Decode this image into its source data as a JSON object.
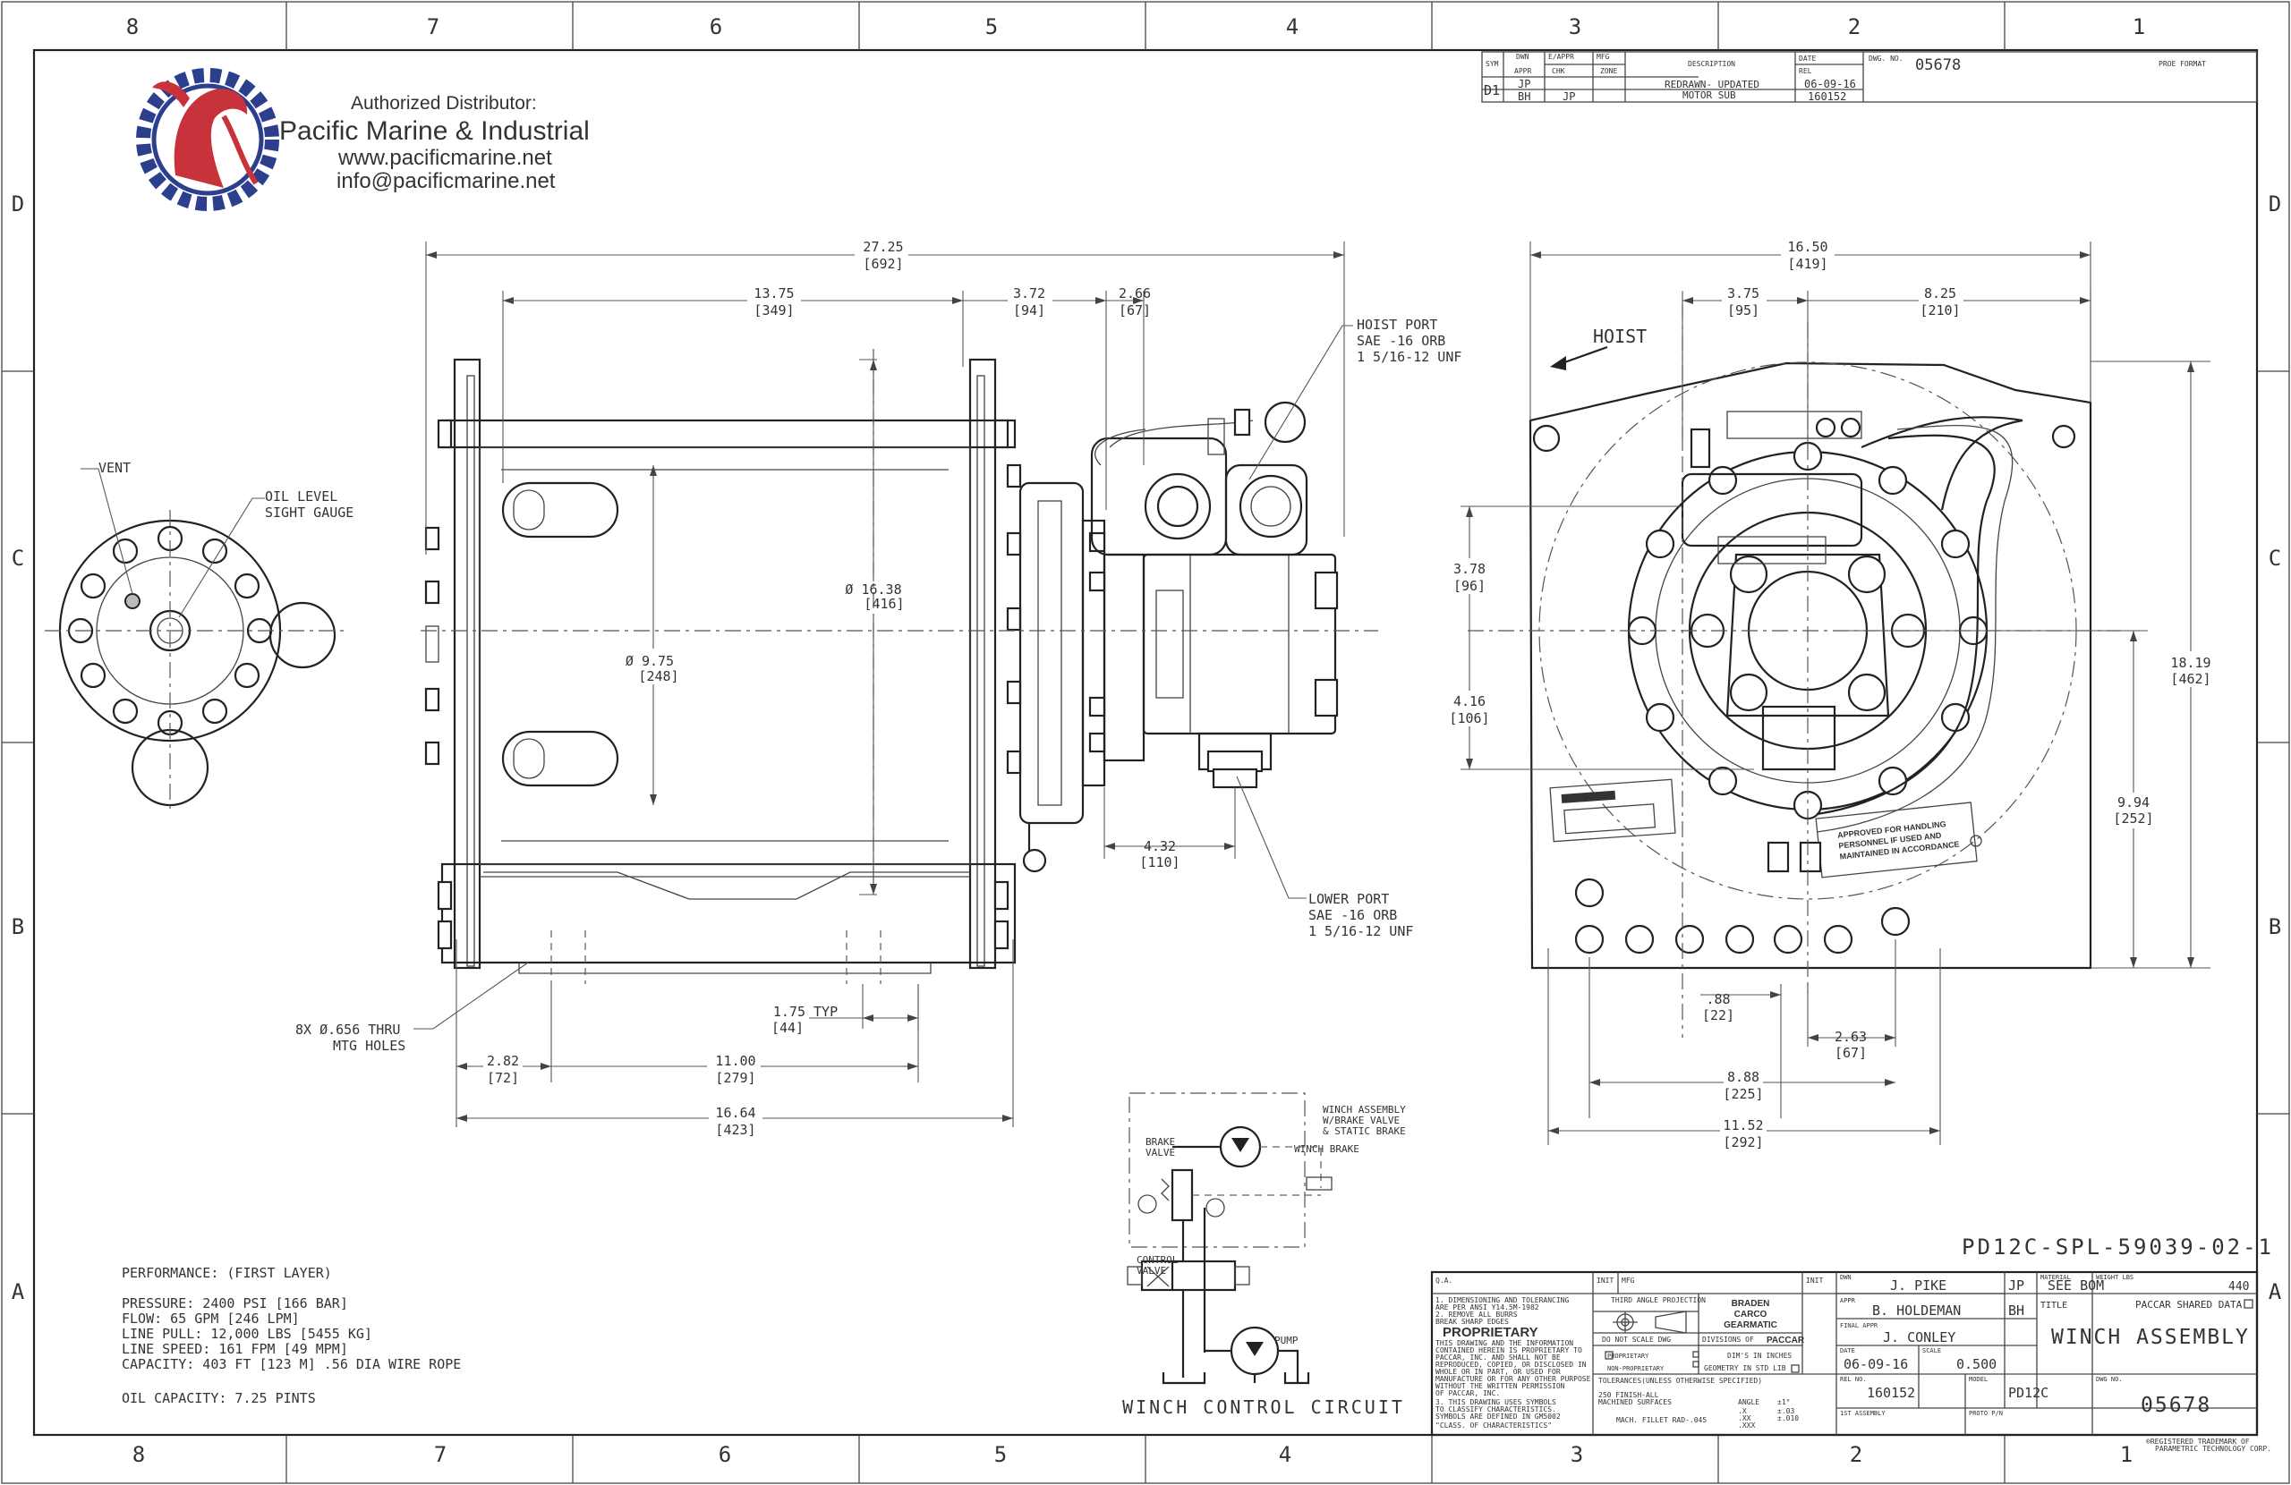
{
  "zones": {
    "top": [
      "8",
      "7",
      "6",
      "5",
      "4",
      "3",
      "2",
      "1"
    ],
    "left": [
      "D",
      "C",
      "B",
      "A"
    ]
  },
  "distributor": {
    "label": "Authorized Distributor:",
    "name": "Pacific Marine & Industrial",
    "website": "www.pacificmarine.net",
    "email": "info@pacificmarine.net"
  },
  "revision": {
    "headers": [
      "SYM",
      "DWN",
      "E/APPR",
      "MFG",
      "DESCRIPTION",
      "DATE",
      "DWG. NO.",
      "PROE FORMAT"
    ],
    "sub_headers": [
      "APPR",
      "CHK",
      "ZONE",
      "REL"
    ],
    "sym": "D1",
    "dwn": "JP",
    "appr": "BH",
    "chk": "JP",
    "description": [
      "REDRAWN- UPDATED",
      "MOTOR SUB"
    ],
    "date": "06-09-16",
    "rel": "160152",
    "dwg_no": "05678"
  },
  "callouts": {
    "vent": "VENT",
    "oil_level": [
      "OIL LEVEL",
      "SIGHT GAUGE"
    ],
    "hoist_port": [
      "HOIST PORT",
      "SAE -16 ORB",
      "1 5/16-12 UNF"
    ],
    "lower_port": [
      "LOWER PORT",
      "SAE -16 ORB",
      "1 5/16-12 UNF"
    ],
    "mtg_holes": [
      "8X Ø.656 THRU",
      "MTG HOLES"
    ],
    "hoist": "HOIST"
  },
  "dims_side": {
    "overall": [
      "27.25",
      "[692]"
    ],
    "drum": [
      "13.75",
      "[349]"
    ],
    "d372": [
      "3.72",
      "[94]"
    ],
    "d266": [
      "2.66",
      "[67]"
    ],
    "dia1638": [
      "Ø 16.38",
      "[416]"
    ],
    "dia975": [
      "Ø 9.75",
      "[248]"
    ],
    "d432": [
      "4.32",
      "[110]"
    ],
    "d175": [
      "1.75 TYP",
      "[44]"
    ],
    "d282": [
      "2.82",
      "[72]"
    ],
    "d1100": [
      "11.00",
      "[279]"
    ],
    "d1664": [
      "16.64",
      "[423]"
    ]
  },
  "dims_end": {
    "overall": [
      "16.50",
      "[419]"
    ],
    "d375": [
      "3.75",
      "[95]"
    ],
    "d825": [
      "8.25",
      "[210]"
    ],
    "d378": [
      "3.78",
      "[96]"
    ],
    "d416": [
      "4.16",
      "[106]"
    ],
    "d1819": [
      "18.19",
      "[462]"
    ],
    "d994": [
      "9.94",
      "[252]"
    ],
    "d88": [
      ".88",
      "[22]"
    ],
    "d263": [
      "2.63",
      "[67]"
    ],
    "d888": [
      "8.88",
      "[225]"
    ],
    "d1152": [
      "11.52",
      "[292]"
    ]
  },
  "plate_text": [
    "APPROVED FOR HANDLING",
    "PERSONNEL IF USED AND",
    "MAINTAINED IN ACCORDANCE"
  ],
  "circuit": {
    "title": "WINCH CONTROL CIRCUIT",
    "winch_assembly": [
      "WINCH ASSEMBLY",
      "W/BRAKE VALVE",
      "& STATIC BRAKE"
    ],
    "brake_valve": [
      "BRAKE",
      "VALVE"
    ],
    "winch_brake": "WINCH BRAKE",
    "control_valve": [
      "CONTROL",
      "VALVE"
    ],
    "pump": "PUMP"
  },
  "performance": {
    "heading": "PERFORMANCE: (FIRST LAYER)",
    "lines": [
      "PRESSURE: 2400 PSI [166 BAR]",
      "FLOW: 65 GPM [246 LPM]",
      "LINE PULL: 12,000 LBS [5455 KG]",
      "LINE SPEED: 161 FPM [49 MPM]",
      "CAPACITY: 403 FT [123 M] .56 DIA WIRE ROPE"
    ],
    "oil": "OIL CAPACITY: 7.25 PINTS"
  },
  "part_number": "PD12C-SPL-59039-02-1",
  "title_block": {
    "qa": "Q.A.",
    "init": "INIT",
    "mfg": "MFG",
    "notes": [
      "1. DIMENSIONING AND TOLERANCING",
      "   ARE PER ANSI Y14.5M-1982",
      "2. REMOVE ALL BURRS",
      "   BREAK SHARP EDGES"
    ],
    "proprietary": "PROPRIETARY",
    "proprietary_text": [
      "THIS DRAWING AND THE INFORMATION",
      "CONTAINED HEREIN IS PROPRIETARY TO",
      "PACCAR, INC. AND SHALL NOT BE",
      "REPRODUCED, COPIED, OR DISCLOSED IN",
      "WHOLE OR IN PART, OR USED FOR",
      "MANUFACTURE OR FOR ANY OTHER PURPOSE",
      "WITHOUT THE WRITTEN PERMISSION",
      "OF PACCAR, INC.",
      "3. THIS DRAWING USES SYMBOLS",
      "TO CLASSIFY CHARACTERISTICS.",
      "SYMBOLS ARE DEFINED IN GM5002",
      "\"CLASS. OF CHARACTERISTICS\""
    ],
    "projection": "THIRD ANGLE PROJECTION",
    "company": [
      "BRADEN",
      "CARCO",
      "GEARMATIC"
    ],
    "do_not_scale": "DO NOT SCALE DWG",
    "divisions": "DIVISIONS OF",
    "paccar": "PACCAR",
    "prop_opt": [
      "PROPRIETARY",
      "NON-PROPRIETARY"
    ],
    "dims_note": [
      "DIM'S IN INCHES",
      "GEOMETRY IN STD LIB"
    ],
    "tolerances": "TOLERANCES(UNLESS OTHERWISE SPECIFIED)",
    "finish": [
      "250 FINISH-ALL",
      "MACHINED SURFACES"
    ],
    "fillet": "MACH. FILLET RAD-.045",
    "angle": "ANGLE",
    "tol_x": [
      ".X",
      ".XX",
      ".XXX"
    ],
    "tol_v": [
      "±1°",
      "±.03",
      "±.010"
    ],
    "dwn_label": "DWN",
    "dwn": "J. PIKE",
    "dwn_init": "JP",
    "appr_label": "APPR",
    "appr": "B. HOLDEMAN",
    "appr_init": "BH",
    "final_appr_label": "FINAL APPR",
    "final_appr": "J. CONLEY",
    "date_label": "DATE",
    "date": "06-09-16",
    "scale_label": "SCALE",
    "scale": "0.500",
    "material_label": "MATERIAL",
    "material": "SEE BOM",
    "weight_label": "WEIGHT LBS",
    "weight": "440",
    "title_label": "TITLE",
    "shared": "PACCAR SHARED DATA",
    "title": "WINCH ASSEMBLY",
    "rel_label": "REL NO.",
    "rel": "160152",
    "model_label": "MODEL",
    "model": "PD12C",
    "dwg_label": "DWG NO.",
    "dwg": "05678",
    "first_assy": "1ST ASSEMBLY",
    "proto": "PROTO P/N",
    "trademark": [
      "®REGISTERED TRADEMARK OF",
      "PARAMETRIC TECHNOLOGY CORP."
    ]
  }
}
